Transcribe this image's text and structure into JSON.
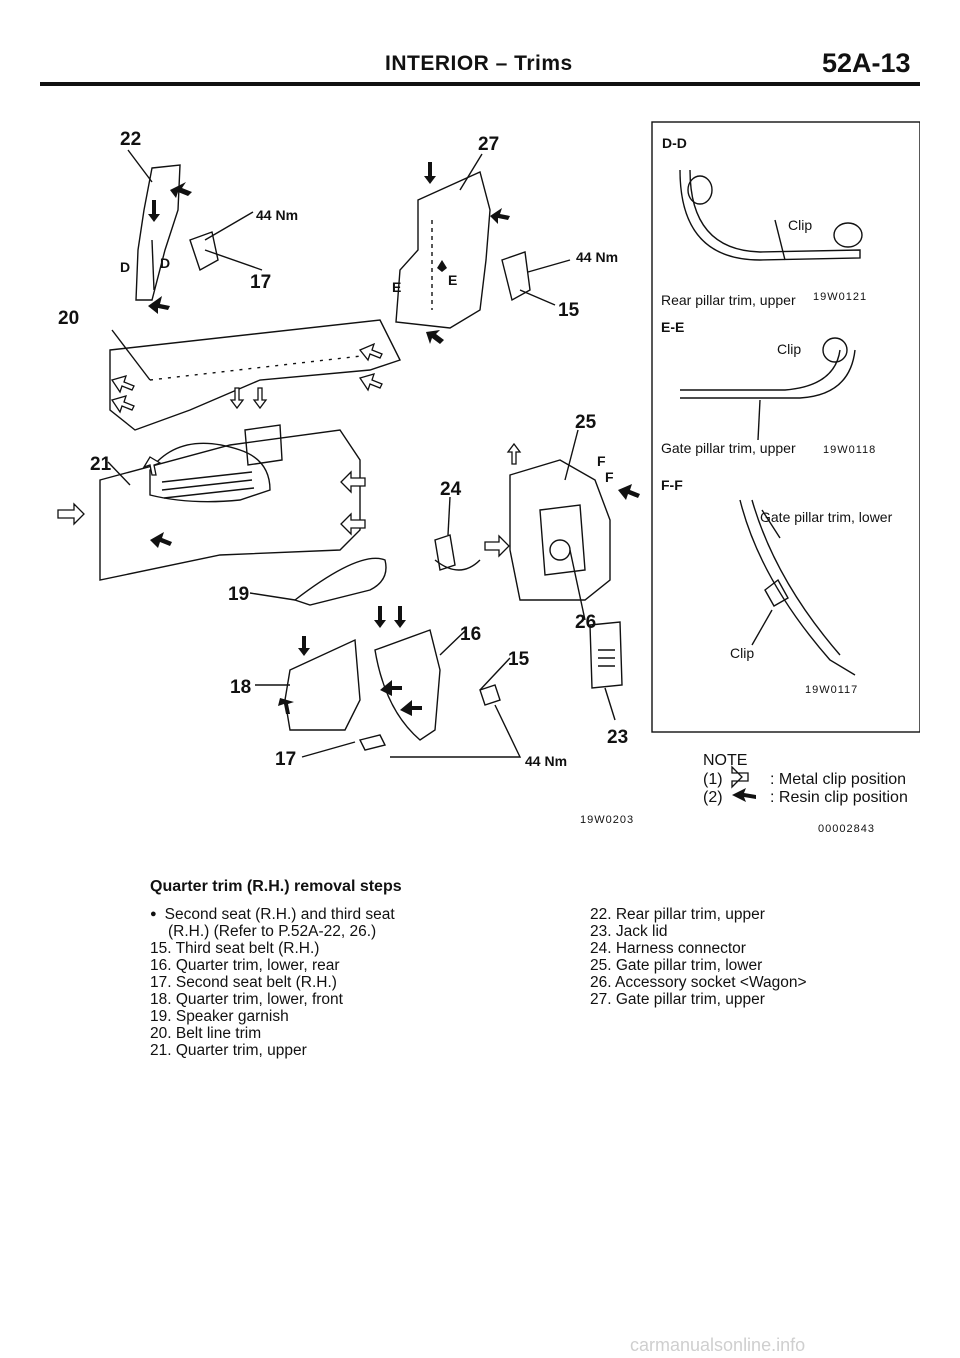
{
  "header": {
    "title": "INTERIOR – Trims",
    "page": "52A-13"
  },
  "figure": {
    "callouts": [
      "22",
      "27",
      "44 Nm",
      "17",
      "D",
      "D",
      "E",
      "E",
      "44 Nm",
      "15",
      "20",
      "25",
      "21",
      "F",
      "F",
      "24",
      "19",
      "16",
      "26",
      "15",
      "18",
      "23",
      "17",
      "44 Nm"
    ],
    "code": "19W0203",
    "sections": {
      "dd": {
        "title": "D-D",
        "clip": "Clip",
        "part": "Rear pillar trim, upper",
        "code": "19W0121"
      },
      "ee": {
        "title": "E-E",
        "clip": "Clip",
        "part": "Gate pillar trim, upper",
        "code": "19W0118"
      },
      "ff": {
        "title": "F-F",
        "part": "Gate pillar trim, lower",
        "clip": "Clip",
        "code": "19W0117"
      }
    },
    "note": {
      "title": "NOTE",
      "item1": "(1)",
      "item1_text": ": Metal clip position",
      "item2": "(2)",
      "item2_text": ": Resin clip position",
      "code": "00002843"
    }
  },
  "steps": {
    "title": "Quarter trim (R.H.) removal steps",
    "bullet_line1": "Second seat (R.H.) and third seat",
    "bullet_line2": "(R.H.) (Refer to P.52A-22, 26.)",
    "left": [
      "15. Third seat belt (R.H.)",
      "16. Quarter trim, lower, rear",
      "17. Second seat belt (R.H.)",
      "18. Quarter trim, lower, front",
      "19. Speaker garnish",
      "20. Belt line trim",
      "21. Quarter trim, upper"
    ],
    "right": [
      "22. Rear pillar trim, upper",
      "23. Jack lid",
      "24. Harness connector",
      "25. Gate pillar trim, lower",
      "26. Accessory socket <Wagon>",
      "27. Gate pillar trim, upper"
    ]
  },
  "watermark": "carmanualsonline.info"
}
